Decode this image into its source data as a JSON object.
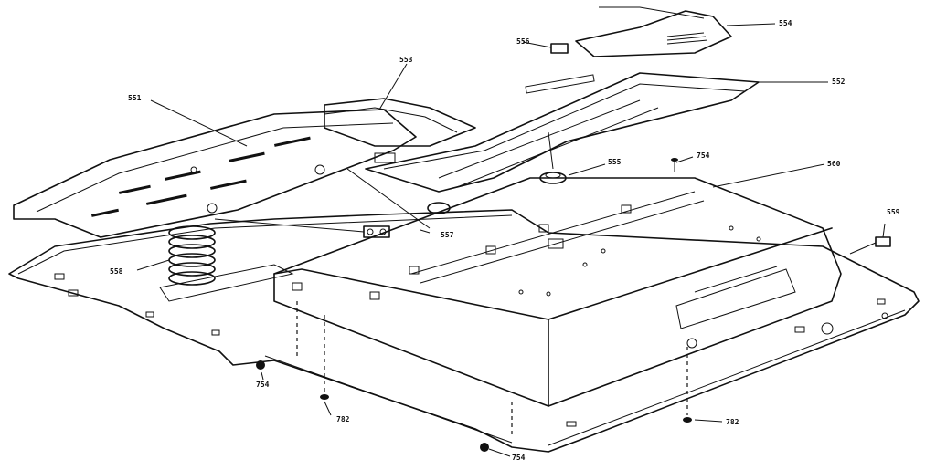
{
  "callouts": {
    "c551": "551",
    "c552": "552",
    "c553": "553",
    "c554": "554",
    "c555": "555",
    "c556": "556",
    "c557": "557",
    "c558": "558",
    "c559": "559",
    "c560": "560",
    "c754a": "754",
    "c754b": "754",
    "c754c": "754",
    "c782a": "782",
    "c782b": "782"
  }
}
